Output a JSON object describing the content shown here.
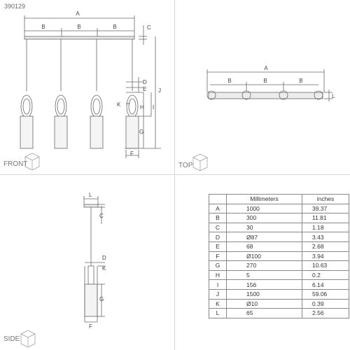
{
  "product_code": "390129",
  "views": {
    "front": "FRONT",
    "top": "TOP",
    "side": "SIDE"
  },
  "dimension_letters": [
    "A",
    "B",
    "C",
    "D",
    "E",
    "F",
    "G",
    "H",
    "I",
    "J",
    "K",
    "L"
  ],
  "table": {
    "headers": {
      "letter": "",
      "mm": "Millimeters",
      "in": "inches"
    },
    "rows": [
      {
        "k": "A",
        "mm": "1000",
        "in": "39.37"
      },
      {
        "k": "B",
        "mm": "300",
        "in": "11.81"
      },
      {
        "k": "C",
        "mm": "30",
        "in": "1.18"
      },
      {
        "k": "D",
        "mm": "Ø87",
        "in": "3.43"
      },
      {
        "k": "E",
        "mm": "68",
        "in": "2.68"
      },
      {
        "k": "F",
        "mm": "Ø100",
        "in": "3.94"
      },
      {
        "k": "G",
        "mm": "270",
        "in": "10.63"
      },
      {
        "k": "H",
        "mm": "5",
        "in": "0.2"
      },
      {
        "k": "I",
        "mm": "156",
        "in": "6.14"
      },
      {
        "k": "J",
        "mm": "1500",
        "in": "59.06"
      },
      {
        "k": "K",
        "mm": "Ø10",
        "in": "0.39"
      },
      {
        "k": "L",
        "mm": "65",
        "in": "2.56"
      }
    ]
  }
}
